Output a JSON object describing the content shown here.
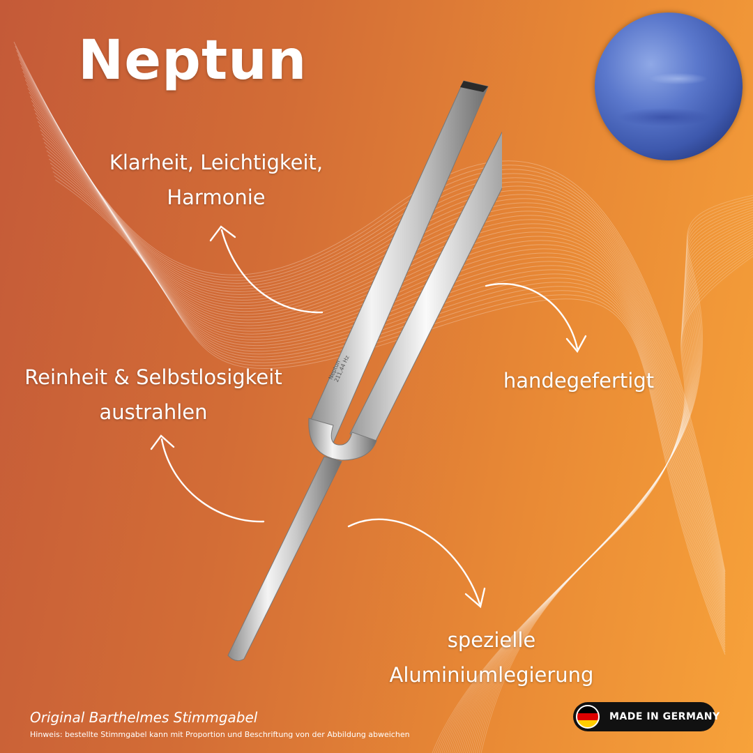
{
  "title": "Neptun",
  "features": {
    "top": [
      "Klarheit, Leichtigkeit,",
      "Harmonie"
    ],
    "left": [
      "Reinheit & Selbstlosigkeit",
      "austrahlen"
    ],
    "right": [
      "handegefertigt"
    ],
    "bottom": [
      "spezielle",
      "Aluminiumlegierung"
    ]
  },
  "fork_engraving": [
    "Neptun",
    "211,44 Hz"
  ],
  "footer": {
    "brand": "Original Barthelmes Stimmgabel",
    "note": "Hinweis: bestellte Stimmgabel kann mit Proportion und Beschriftung von der Abbildung abweichen"
  },
  "badge": {
    "label": "MADE IN GERMANY",
    "flag_icon": "germany-flag-icon"
  },
  "colors": {
    "gradient_start": "#c45a38",
    "gradient_end": "#f7a23a",
    "text": "#ffffff",
    "planet": "#4f6cc4",
    "badge_bg": "#111111"
  }
}
